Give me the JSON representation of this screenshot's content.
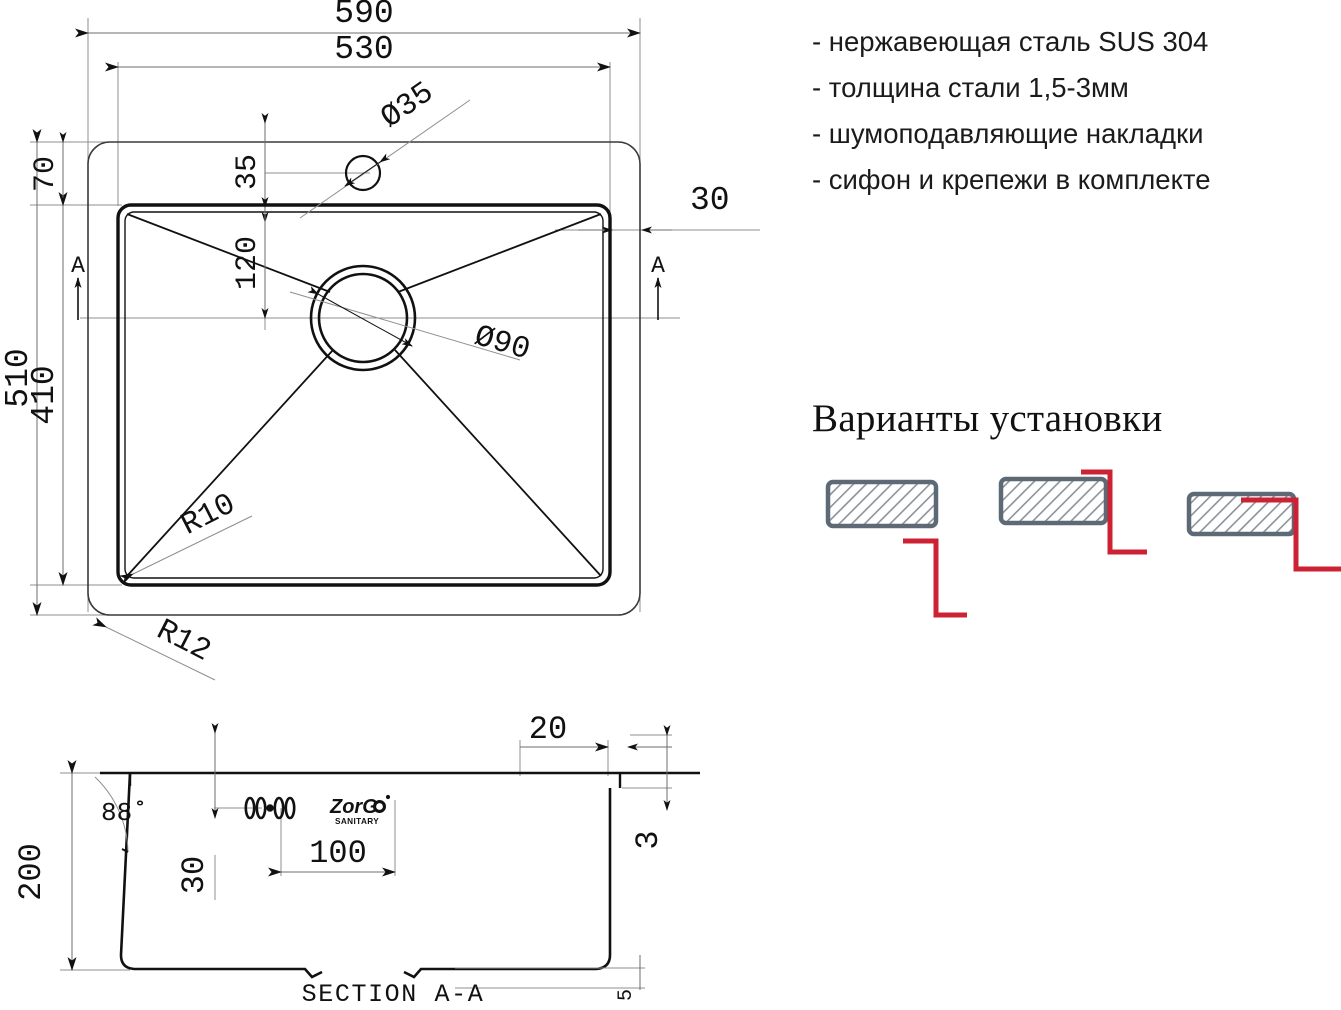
{
  "document": {
    "type": "technical-drawing",
    "product": "kitchen sink",
    "brand": "ZorG SANITARY"
  },
  "specs": {
    "items": [
      "- нержавеющая сталь SUS 304",
      "- толщина стали 1,5-3мм",
      "- шумоподавляющие накладки",
      "- сифон и крепежи в комплекте"
    ]
  },
  "install": {
    "title": "Варианты установки",
    "options": [
      {
        "name": "overmount",
        "label": ""
      },
      {
        "name": "flushmount",
        "label": ""
      },
      {
        "name": "undermount",
        "label": ""
      }
    ],
    "colors": {
      "block_stroke": "#5d6a75",
      "hatch": "#8a929b",
      "counter_line": "#cc2233"
    }
  },
  "top_view": {
    "name": "top-view",
    "dimensions": {
      "overall_width": "590",
      "bowl_width": "530",
      "overall_depth": "510",
      "bowl_depth": "410",
      "rim_back": "70",
      "rim_right": "30",
      "faucet_hole_offset": "35",
      "faucet_hole_dia": "Ø35",
      "drain_offset": "120",
      "drain_dia": "Ø90",
      "bowl_corner_radius": "R10",
      "rim_corner_radius": "R12"
    },
    "section_markers": {
      "left": "A",
      "right": "A"
    }
  },
  "section_view": {
    "name": "section-a-a",
    "caption": "SECTION A-A",
    "dimensions": {
      "depth": "200",
      "wall_angle": "88˚",
      "overflow_offset": "30",
      "overflow_span": "100",
      "rim_width": "20",
      "rim_thickness": "3",
      "bottom_step": "5"
    },
    "logo": {
      "primary": "ZorG",
      "secondary": "SANITARY"
    }
  }
}
